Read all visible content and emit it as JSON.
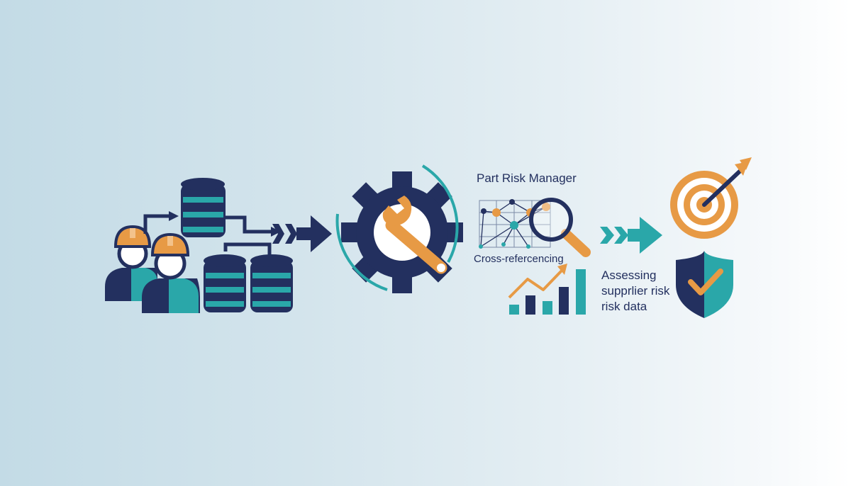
{
  "labels": {
    "title": "Part Risk Manager",
    "cross_ref": "Cross-refercencing",
    "assess_line1": "Assessing",
    "assess_line2": "supprlier risk",
    "assess_line3": "risk data"
  },
  "colors": {
    "navy": "#23305f",
    "teal": "#2aa7a9",
    "orange": "#e79a45"
  },
  "icons": [
    "workers-icon",
    "database-icon",
    "flow-arrow-icon",
    "gear-icon",
    "wrench-icon",
    "network-icon",
    "magnifier-icon",
    "bar-chart-icon",
    "target-icon",
    "shield-check-icon"
  ]
}
